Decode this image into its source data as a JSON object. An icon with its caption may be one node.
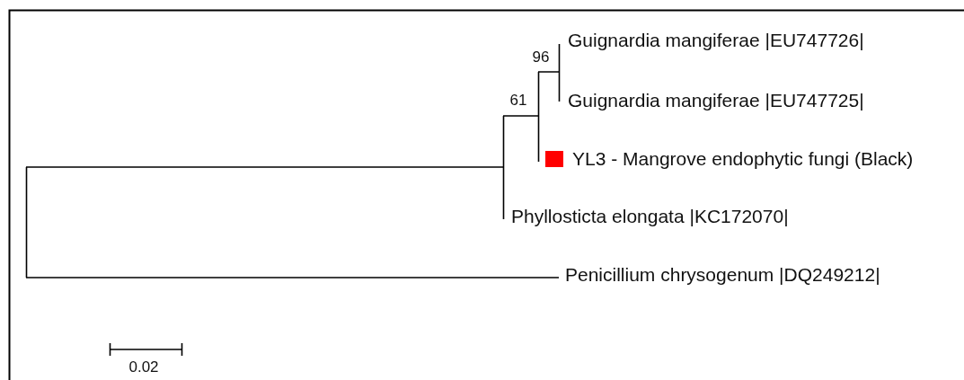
{
  "diagram": {
    "nodes": [
      {
        "text": [
          "Guignardia mangiferae |EU747726|"
        ]
      },
      {
        "text": [
          "Guignardia mangiferae |EU747725|"
        ]
      },
      {
        "text": [
          "YL3 - Mangrove endophytic fungi (Black)"
        ]
      },
      {
        "text": [
          "Phyllosticta elongata |KC172070|"
        ]
      },
      {
        "text": [
          "Penicillium chrysogenum |DQ249212|"
        ]
      }
    ],
    "labels": [
      "96",
      "61",
      "0.02"
    ]
  }
}
